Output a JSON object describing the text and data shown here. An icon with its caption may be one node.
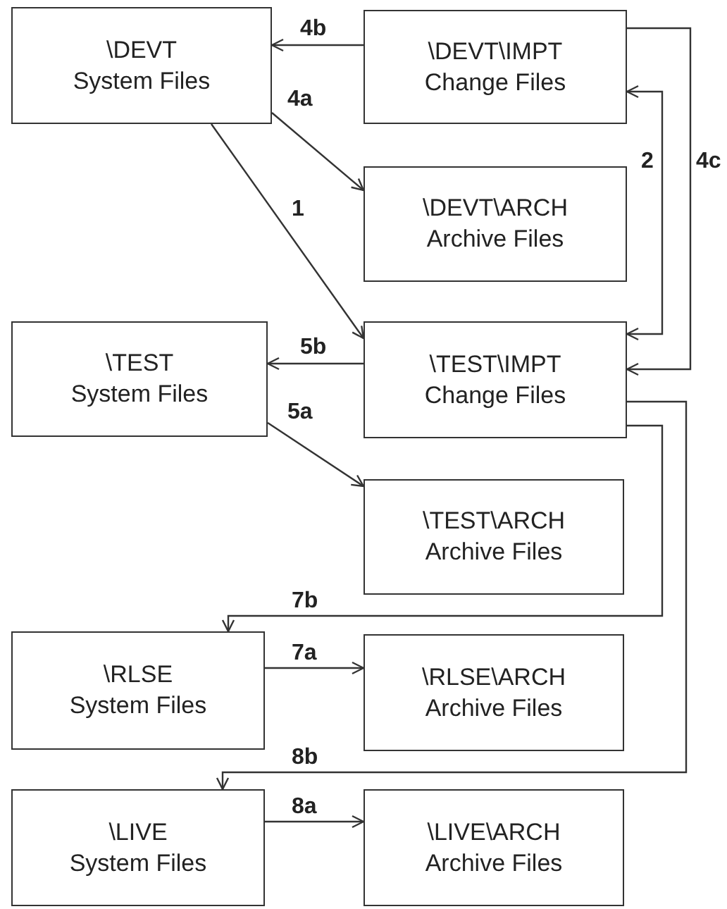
{
  "diagram": {
    "nodes": [
      {
        "text": [
          "\\DEVT",
          "System Files"
        ]
      },
      {
        "text": [
          "\\DEVT\\IMPT",
          "Change Files"
        ]
      },
      {
        "text": [
          "\\DEVT\\ARCH",
          "Archive Files"
        ]
      },
      {
        "text": [
          "\\TEST",
          "System Files"
        ]
      },
      {
        "text": [
          "\\TEST\\IMPT",
          "Change Files"
        ]
      },
      {
        "text": [
          "\\TEST\\ARCH",
          "Archive Files"
        ]
      },
      {
        "text": [
          "\\RLSE",
          "System Files"
        ]
      },
      {
        "text": [
          "\\RLSE\\ARCH",
          "Archive Files"
        ]
      },
      {
        "text": [
          "\\LIVE",
          "System Files"
        ]
      },
      {
        "text": [
          "\\LIVE\\ARCH",
          "Archive Files"
        ]
      }
    ],
    "edges": [
      {
        "from": 1,
        "to": 0,
        "arrow": "to",
        "label": "4b"
      },
      {
        "from": 0,
        "to": 2,
        "arrow": "to",
        "label": "4a"
      },
      {
        "from": 0,
        "to": 4,
        "arrow": "to",
        "label": "1"
      },
      {
        "from": 1,
        "to": 4,
        "arrow": "both",
        "label": "2"
      },
      {
        "from": 1,
        "to": 4,
        "arrow": "to",
        "label": "4c"
      },
      {
        "from": 4,
        "to": 3,
        "arrow": "to",
        "label": "5b"
      },
      {
        "from": 3,
        "to": 5,
        "arrow": "to",
        "label": "5a"
      },
      {
        "from": 4,
        "to": 6,
        "arrow": "to",
        "label": "7b"
      },
      {
        "from": 6,
        "to": 7,
        "arrow": "to",
        "label": "7a"
      },
      {
        "from": 4,
        "to": 8,
        "arrow": "to",
        "label": "8b"
      },
      {
        "from": 8,
        "to": 9,
        "arrow": "to",
        "label": "8a"
      }
    ]
  }
}
